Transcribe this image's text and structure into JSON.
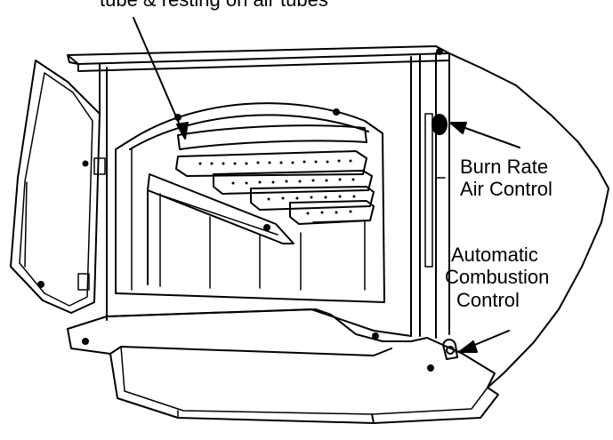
{
  "labels": {
    "top_caption": "tube & resting on air tubes",
    "burn_rate_line1": "Burn Rate",
    "burn_rate_line2": "Air Control",
    "auto_line1": "Automatic",
    "auto_line2": "Combustion",
    "auto_line3": "Control"
  },
  "colors": {
    "line": "#000000",
    "background": "#ffffff"
  }
}
